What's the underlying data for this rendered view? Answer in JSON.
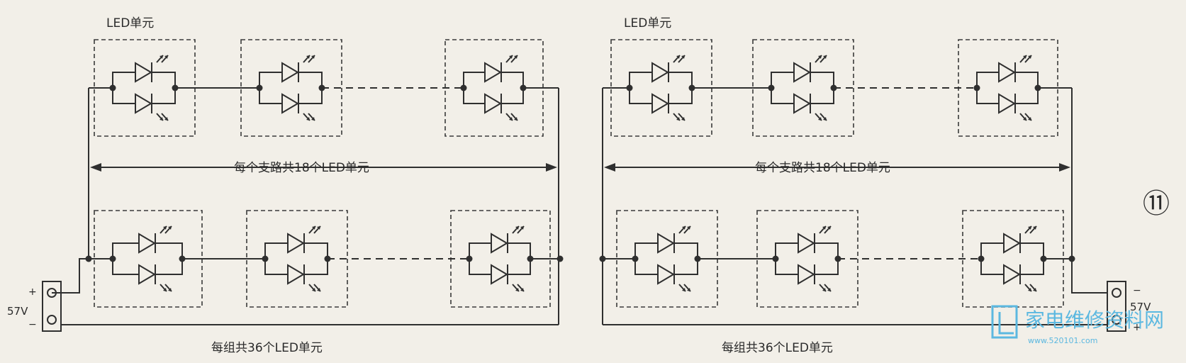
{
  "diagram": {
    "left_panel": {
      "unit_label": "LED单元",
      "span_label": "每个支路共18个LED单元",
      "group_label": "每组共36个LED单元",
      "voltage": "57V",
      "plus": "+",
      "minus": "−"
    },
    "right_panel": {
      "unit_label": "LED单元",
      "span_label": "每个支路共18个LED单元",
      "group_label": "每组共36个LED单元",
      "voltage": "57V",
      "plus": "+",
      "minus": "−"
    },
    "figure_number": "⑪"
  },
  "watermark": {
    "name": "家电维修资料网",
    "url": "www.520101.com",
    "color": "#5cb8e0"
  },
  "colors": {
    "background": "#f2efe8",
    "ink": "#2f2f2f"
  }
}
